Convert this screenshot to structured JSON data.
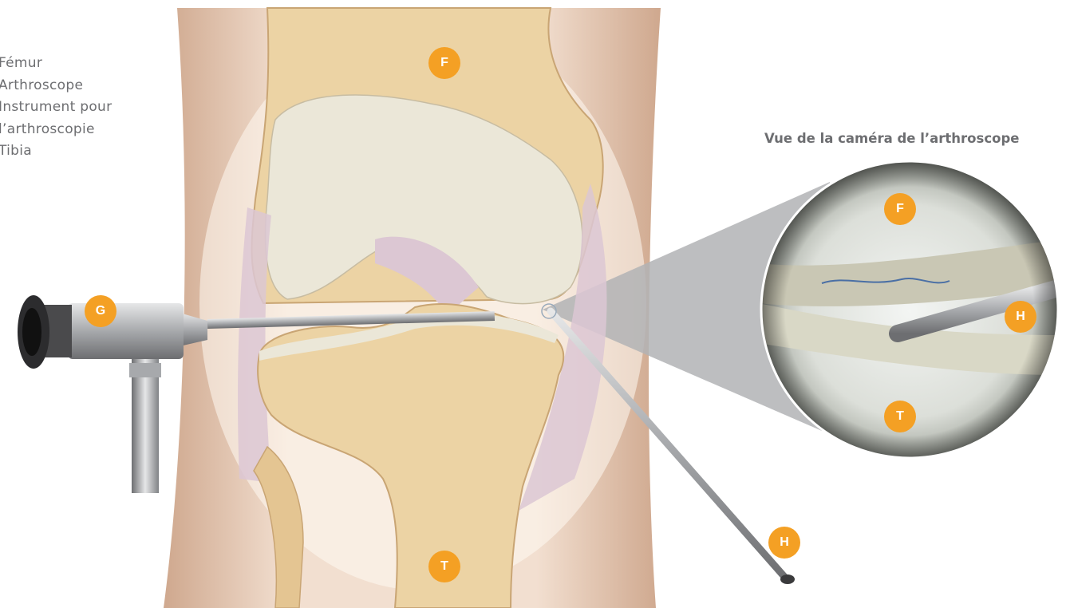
{
  "legend": {
    "items": [
      "Fémur",
      "Arthroscope",
      "Instrument pour",
      "l’arthroscopie",
      "Tibia"
    ]
  },
  "camera_view": {
    "title": "Vue de la caméra de l’arthroscope"
  },
  "markers": {
    "femur_main": "F",
    "arthroscope": "G",
    "instrument_main": "H",
    "tibia_main": "T",
    "femur_inset": "F",
    "instrument_inset": "H",
    "tibia_inset": "T"
  },
  "colors": {
    "marker": "#f4a024",
    "bone": "#ecd3a4",
    "cartilage": "#e9e6da",
    "soft_tissue": "#d9b49b",
    "ligament": "#dcc7d3",
    "instrument": "#a9abad"
  }
}
